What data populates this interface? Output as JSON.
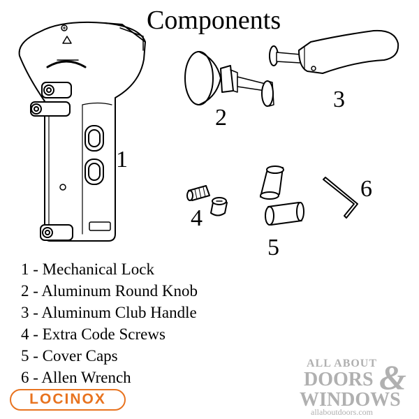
{
  "diagram": {
    "title": "Components",
    "callouts": [
      "1",
      "2",
      "3",
      "4",
      "5",
      "6"
    ],
    "legend": [
      "1 - Mechanical Lock",
      "2 - Aluminum Round Knob",
      "3 - Aluminum Club Handle",
      "4 - Extra Code Screws",
      "5 - Cover Caps",
      "6 - Allen Wrench"
    ],
    "brand_logo": "LOCINOX",
    "watermark": {
      "line1": "ALL ABOUT",
      "line2": "DOORS",
      "amp": "&",
      "line3": "WINDOWS",
      "url": "allaboutdoors.com"
    }
  },
  "colors": {
    "logo": "#e8731f",
    "watermark": "#b0b0b0",
    "line": "#000000"
  }
}
